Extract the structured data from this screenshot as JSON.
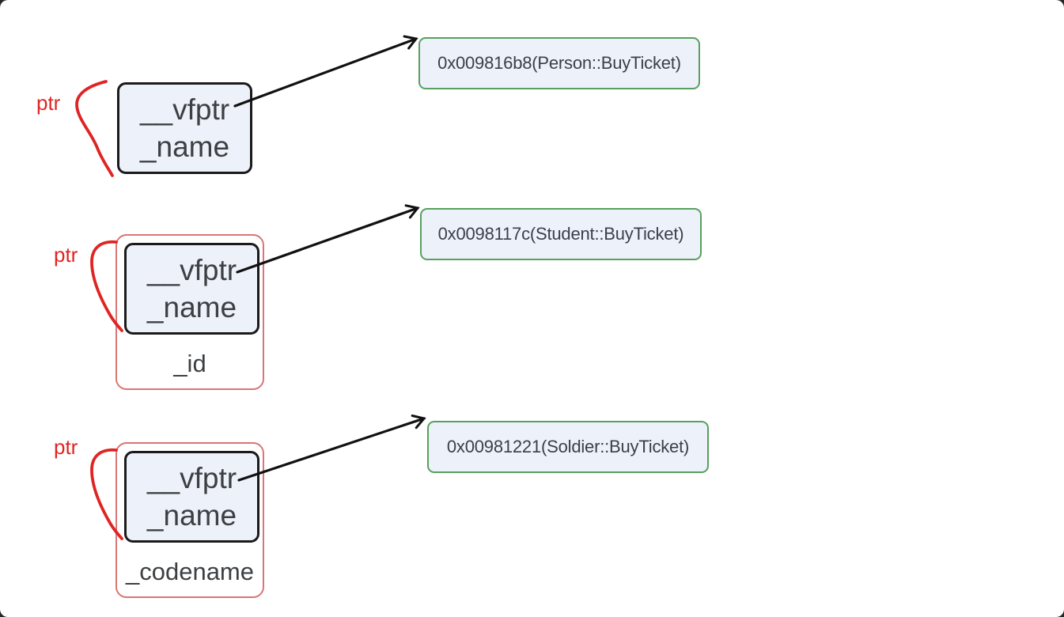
{
  "diagram": {
    "description": "C++ virtual function pointer layout diagram",
    "colors": {
      "annotation_red": "#e02424",
      "record_outline_red": "#d97575",
      "object_border": "#1a1a1a",
      "box_fill": "#edf1fa",
      "vtable_border_green": "#57a05e",
      "text_dark": "#3d4043",
      "arrow_black": "#111111"
    },
    "objects": [
      {
        "ptr_label": "ptr",
        "members": [
          "__vfptr",
          "_name"
        ],
        "record_label": "",
        "vtable_entry": "0x009816b8(Person::BuyTicket)"
      },
      {
        "ptr_label": "ptr",
        "members": [
          "__vfptr",
          "_name"
        ],
        "record_label": "_id",
        "vtable_entry": "0x0098117c(Student::BuyTicket)"
      },
      {
        "ptr_label": "ptr",
        "members": [
          "__vfptr",
          "_name"
        ],
        "record_label": "_codename",
        "vtable_entry": "0x00981221(Soldier::BuyTicket)"
      }
    ]
  }
}
